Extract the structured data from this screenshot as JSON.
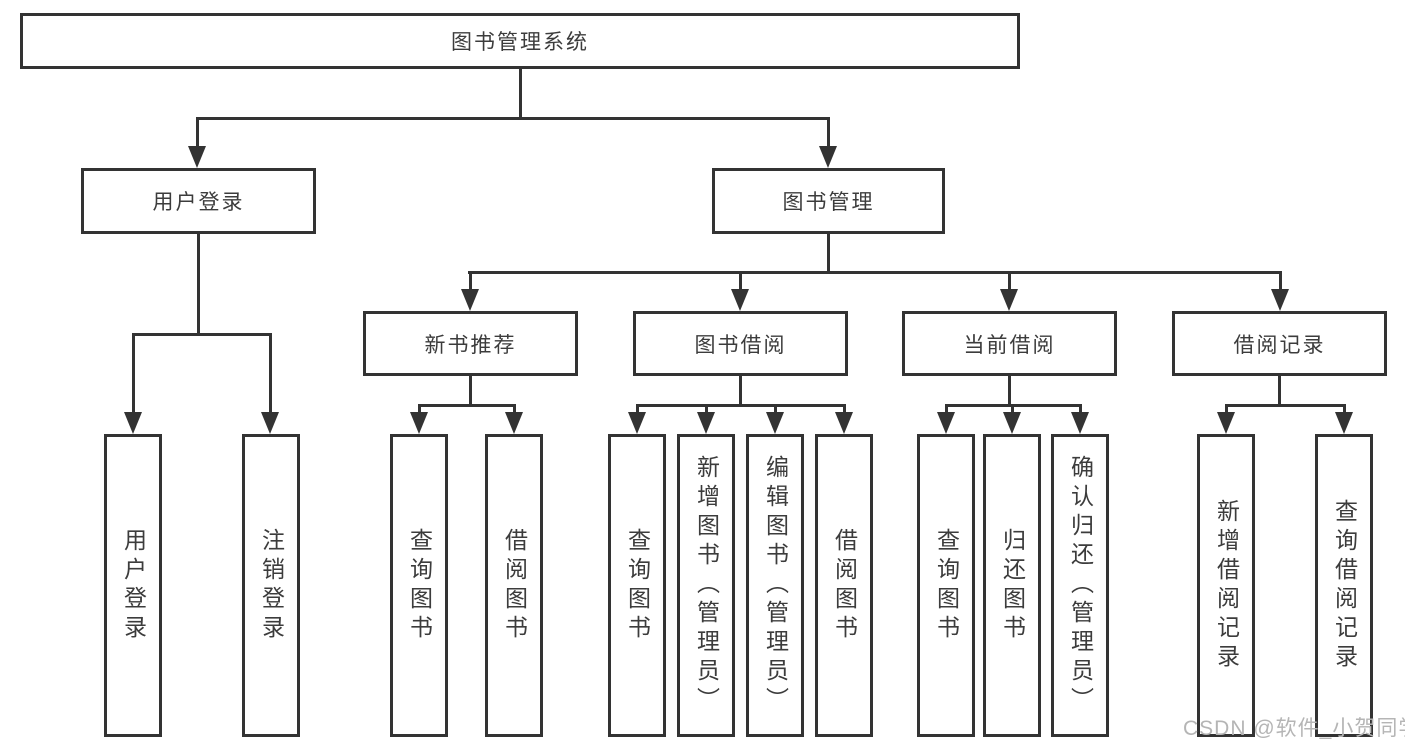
{
  "tree": {
    "root": {
      "label": "图书管理系统"
    },
    "branches": [
      {
        "label": "用户登录",
        "children": [
          {
            "label": "用户登录"
          },
          {
            "label": "注销登录"
          }
        ]
      },
      {
        "label": "图书管理",
        "children": [
          {
            "label": "新书推荐",
            "children": [
              {
                "label": "查询图书"
              },
              {
                "label": "借阅图书"
              }
            ]
          },
          {
            "label": "图书借阅",
            "children": [
              {
                "label": "查询图书"
              },
              {
                "label": "新增图书（管理员）"
              },
              {
                "label": "编辑图书（管理员）"
              },
              {
                "label": "借阅图书"
              }
            ]
          },
          {
            "label": "当前借阅",
            "children": [
              {
                "label": "查询图书"
              },
              {
                "label": "归还图书"
              },
              {
                "label": "确认归还（管理员）"
              }
            ]
          },
          {
            "label": "借阅记录",
            "children": [
              {
                "label": "新增借阅记录"
              },
              {
                "label": "查询借阅记录"
              }
            ]
          }
        ]
      }
    ]
  },
  "watermark": {
    "text": "CSDN @软件_小贺同学"
  },
  "colors": {
    "line": "#333333",
    "text": "#3c3c3c",
    "watermark": "#b5b5b5",
    "background": "#ffffff"
  }
}
